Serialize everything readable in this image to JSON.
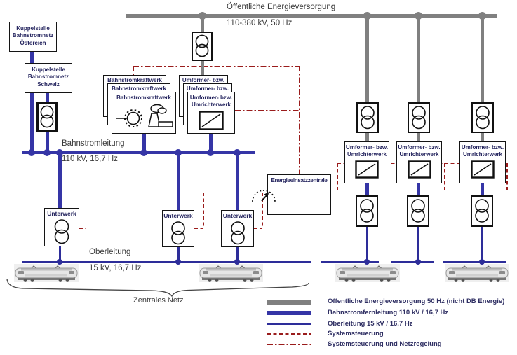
{
  "title_block": {
    "line1": "Öffentliche Energieversorgung",
    "line2": "110-380 kV, 50 Hz"
  },
  "bus_labels": {
    "bahnstromleitung": {
      "line1": "Bahnstromleitung",
      "line2": "110 kV, 16,7 Hz"
    },
    "oberleitung": {
      "line1": "Oberleitung",
      "line2": "15 kV, 16,7 Hz"
    }
  },
  "boxes": {
    "kuppelstelle_austria": {
      "lines": [
        "Kuppelstelle",
        "Bahnstromnetz",
        "Östereich"
      ]
    },
    "kuppelstelle_switzerland": {
      "lines": [
        "Kuppelstelle",
        "Bahnstromnetz",
        "Schweiz"
      ]
    },
    "bahnstromkraftwerk": {
      "label": "Bahnstromkraftwerk"
    },
    "umformerwerk": {
      "line1": "Umformer- bzw.",
      "line2": "Umrichterwerk"
    },
    "unterwerk": {
      "label": "Unterwerk"
    },
    "energieeinsatzzentrale": {
      "label": "Energieeinsatzzentrale"
    }
  },
  "zentrales_netz_label": "Zentrales Netz",
  "legend": {
    "entries": [
      {
        "label": "Öffentliche Energieversorgung 50 Hz (nicht DB Energie)",
        "style": "public-grid-thick-gray"
      },
      {
        "label": "Bahnstromfernleitung 110 kV / 16,7 Hz",
        "style": "thick-blue"
      },
      {
        "label": "Oberleitung 15 kV / 16,7 Hz",
        "style": "thin-blue"
      },
      {
        "label": "Systemsteuerung",
        "style": "red-dashed"
      },
      {
        "label": "Systemsteuerung und Netzregelung",
        "style": "red-dash-dot"
      }
    ]
  },
  "colors": {
    "public_grid_line": "#808080",
    "bahnstrom_line": "#3535a6",
    "oberleitung_line": "#2d2d99",
    "control_line": "#9a1c1c",
    "ink": "#3b3b3b",
    "box_label": "#24245e",
    "legend_ink": "#2f2f63"
  }
}
